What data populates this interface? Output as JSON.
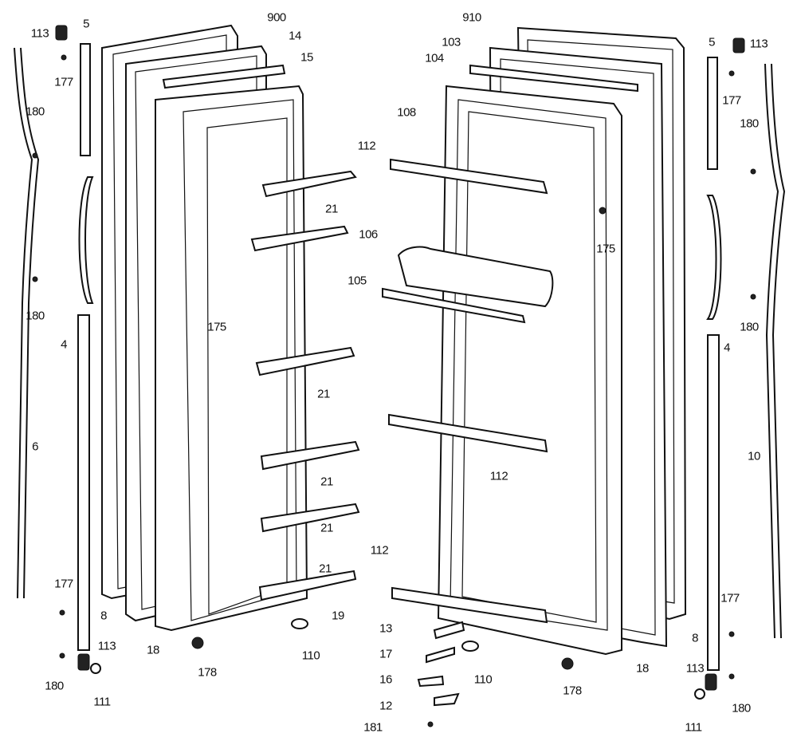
{
  "title": "Refrigerator door exploded parts diagram",
  "labels": [
    "113",
    "5",
    "177",
    "180",
    "180",
    "4",
    "6",
    "177",
    "8",
    "113",
    "180",
    "111",
    "900",
    "14",
    "15",
    "175",
    "21",
    "21",
    "21",
    "21",
    "21",
    "18",
    "178",
    "19",
    "110",
    "910",
    "103",
    "104",
    "108",
    "112",
    "106",
    "105",
    "175",
    "112",
    "112",
    "13",
    "17",
    "16",
    "12",
    "181",
    "110",
    "178",
    "18",
    "5",
    "113",
    "177",
    "180",
    "180",
    "4",
    "10",
    "177",
    "8",
    "113",
    "180",
    "111"
  ]
}
